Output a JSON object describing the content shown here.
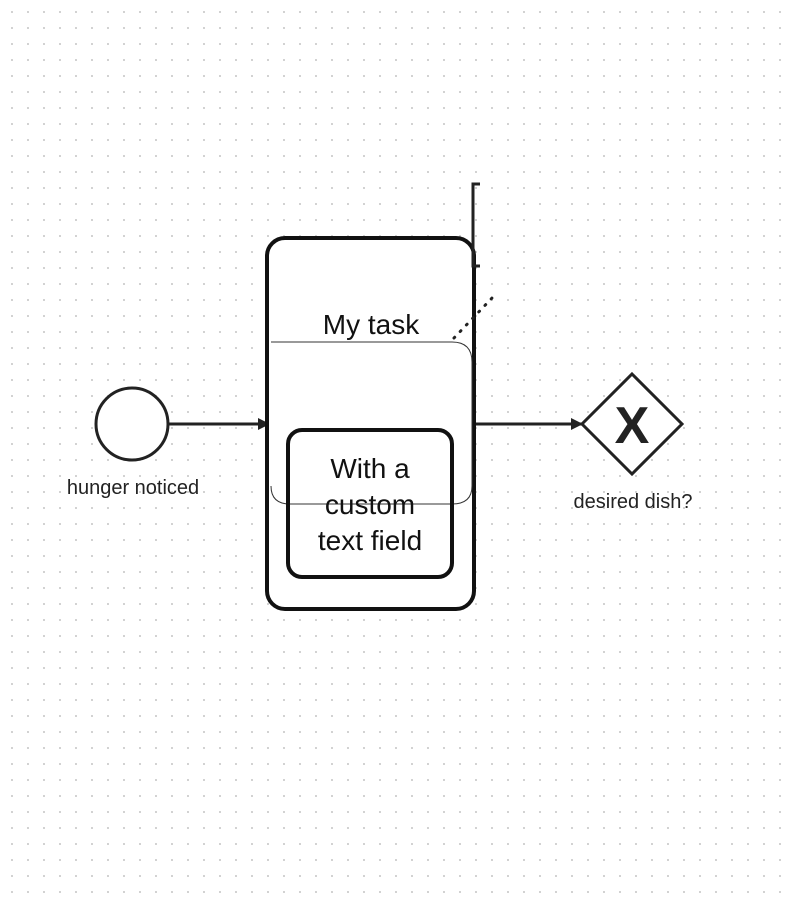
{
  "diagram": {
    "start_event": {
      "label": "hunger noticed"
    },
    "task": {
      "label": "My task",
      "custom_field": [
        "With a",
        "custom",
        "text field"
      ]
    },
    "gateway": {
      "label": "desired dish?",
      "marker": "X"
    }
  },
  "colors": {
    "stroke": "#222222",
    "grid_dot": "#cfcfcf",
    "background": "#ffffff"
  }
}
